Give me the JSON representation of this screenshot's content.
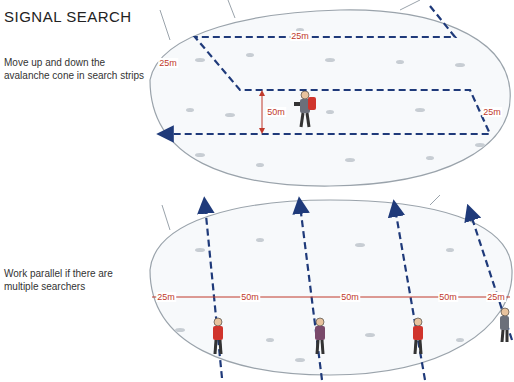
{
  "diagram": {
    "title": "SIGNAL SEARCH",
    "labels": [
      "Move up and down the avalanche cone in search strips",
      "25m",
      "25m",
      "50m",
      "25m",
      "Work parallel if there are multiple searchers",
      "25m",
      "50m",
      "50m",
      "50m",
      "25m"
    ]
  }
}
